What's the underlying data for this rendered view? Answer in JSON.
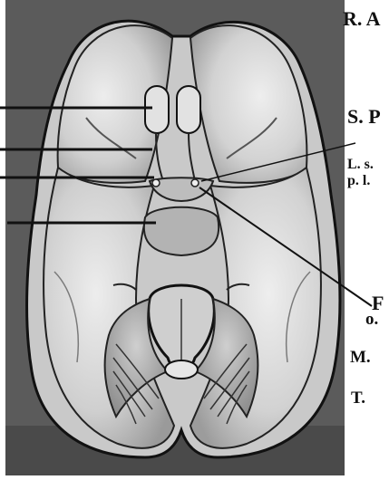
{
  "figure": {
    "labels": {
      "ra": "R. A",
      "sp": "S. P",
      "ls": "L. s.",
      "pl": "p. l.",
      "f": "F",
      "o": "o.",
      "m": "M.",
      "t": "T."
    },
    "colors": {
      "photo_bg": "#5a5a5a",
      "tissue_light": "#d9d9d9",
      "outline": "#111111",
      "text": "#111111"
    }
  }
}
